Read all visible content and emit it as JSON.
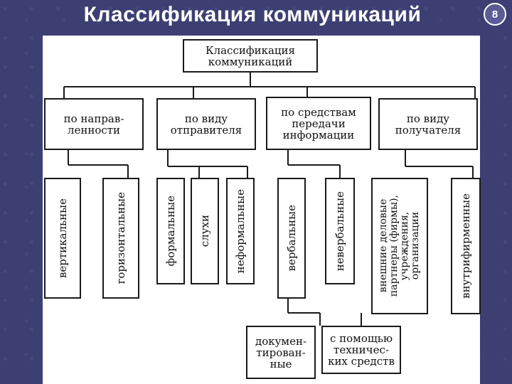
{
  "slide": {
    "title": "Классификация коммуникаций",
    "page_number": "8"
  },
  "diagram": {
    "root": "Классификация\nкоммуникаций",
    "categories": [
      "по направ-\nленности",
      "по виду\nотправителя",
      "по средствам\nпередачи\nинформации",
      "по виду\nполучателя"
    ],
    "leaves": {
      "vertical": "вертикальные",
      "horizontal": "горизонтальные",
      "formal": "формальные",
      "rumors": "слухи",
      "informal": "неформальные",
      "verbal": "вербальные",
      "nonverbal": "невербальные",
      "external": "внешние деловые\nпартнеры (фирмы),\nучреждения,\nорганизации",
      "internal": "внутрифирменные"
    },
    "sub_leaves": {
      "documented": "докумен-\nтирован-\nные",
      "technical": "с помощью\nтехничес-\nких средств"
    }
  }
}
